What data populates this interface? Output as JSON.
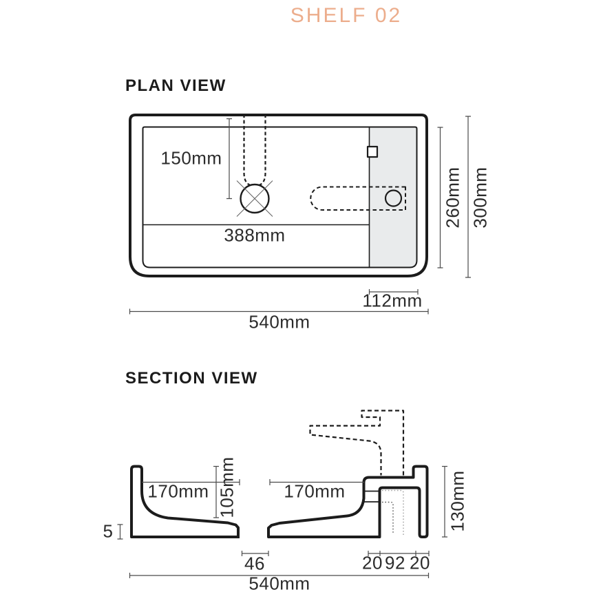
{
  "title": "SHELF 02",
  "colors": {
    "accent": "#ECAD8C",
    "line": "#1C1C1C",
    "dim_line": "#4A4A4A",
    "text": "#2B2B2B",
    "shade": "#E9EBEC"
  },
  "plan": {
    "heading": "PLAN VIEW",
    "labels": {
      "tap_setback": "150mm",
      "bowl_width": "388mm",
      "inner_depth": "260mm",
      "overall_depth": "300mm",
      "shelf_width": "112mm",
      "overall_width": "540mm"
    }
  },
  "section": {
    "heading": "SECTION VIEW",
    "labels": {
      "left_bowl_width": "170mm",
      "bowl_depth": "105mm",
      "right_bowl_width": "170mm",
      "overall_height": "130mm",
      "base_edge": "5",
      "drain_width": "46",
      "bracket_leg_left": "20",
      "bracket_gap": "92",
      "bracket_leg_right": "20",
      "overall_width": "540mm"
    }
  }
}
